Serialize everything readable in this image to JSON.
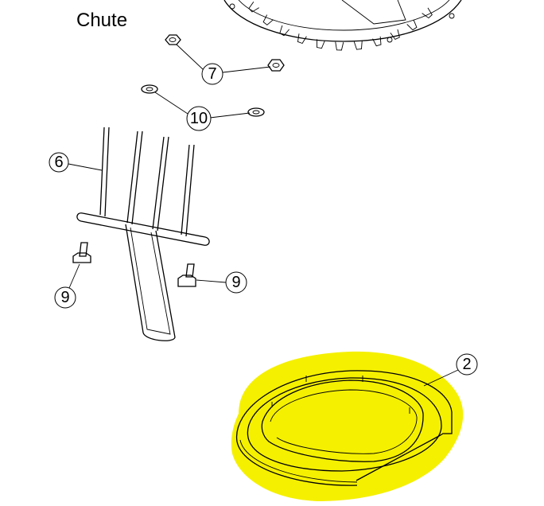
{
  "title": "Chute",
  "highlight_color": "#f5f000",
  "callouts": [
    {
      "id": "7",
      "part": "nut"
    },
    {
      "id": "10",
      "part": "washer"
    },
    {
      "id": "6",
      "part": "wire-frame"
    },
    {
      "id": "9",
      "part": "bolt-left"
    },
    {
      "id": "9",
      "part": "bolt-right"
    },
    {
      "id": "2",
      "part": "chute-ring"
    }
  ]
}
